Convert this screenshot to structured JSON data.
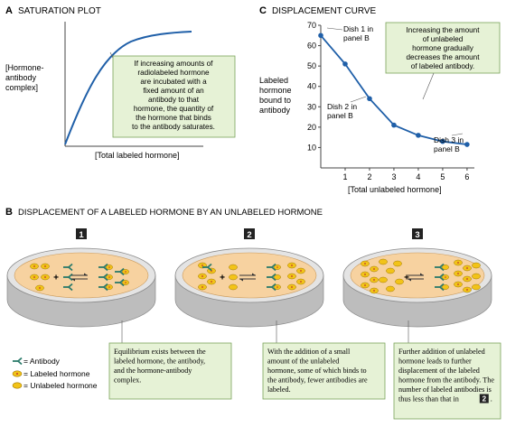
{
  "panel_a": {
    "letter": "A",
    "title": "SATURATION PLOT",
    "ylabel": [
      "[Hormone-",
      "antibody",
      "complex]"
    ],
    "xlabel": "[Total labeled hormone]",
    "note": [
      "If increasing amounts of",
      "radiolabeled hormone",
      "are incubated with a",
      "fixed amount of an",
      "antibody to that",
      "hormone, the quantity of",
      "the hormone that binds",
      "to the antibody saturates."
    ]
  },
  "panel_c": {
    "letter": "C",
    "title": "DISPLACEMENT CURVE",
    "ylabel": [
      "Labeled",
      "hormone",
      "bound to",
      "antibody"
    ],
    "xlabel": "[Total unlabeled hormone]",
    "note": [
      "Increasing the amount",
      "of unlabeled",
      "hormone gradually",
      "decreases the amount",
      "of labeled antibody."
    ],
    "dish1": [
      "Dish 1 in",
      "panel B"
    ],
    "dish2": [
      "Dish 2 in",
      "panel B"
    ],
    "dish3": [
      "Dish 3 in",
      "panel B"
    ]
  },
  "chart_data": {
    "type": "line",
    "x": [
      0,
      1,
      2,
      3,
      4,
      5,
      6
    ],
    "y": [
      65,
      51,
      34,
      21,
      16,
      13,
      11.5
    ],
    "xlim": [
      0,
      6.3
    ],
    "ylim": [
      0,
      70
    ],
    "xticks": [
      "1",
      "2",
      "3",
      "4",
      "5",
      "6"
    ],
    "yticks": [
      "10",
      "20",
      "30",
      "40",
      "50",
      "60",
      "70"
    ],
    "grid": false
  },
  "panel_b": {
    "letter": "B",
    "title": "DISPLACEMENT OF A LABELED HORMONE BY AN UNLABELED HORMONE",
    "dishes": [
      {
        "num": "1",
        "caption": [
          "Equilibrium exists between the",
          "labeled hormone, the antibody,",
          "and the hormone-antibody",
          "complex."
        ]
      },
      {
        "num": "2",
        "caption": [
          "With the addition of a small",
          "amount of the unlabeled",
          "hormone, some of which binds to",
          "the antibody, fewer antibodies are",
          "labeled."
        ]
      },
      {
        "num": "3",
        "caption": [
          "Further addition of unlabeled",
          "hormone leads to further",
          "displacement of the labeled",
          "hormone from the antibody. The",
          "number of labeled antibodies is",
          "thus less than that in"
        ],
        "ref": "2",
        "ref_end": "."
      }
    ],
    "legend": [
      {
        "sym": "= Antibody"
      },
      {
        "sym": "= Labeled hormone"
      },
      {
        "sym": "= Unlabeled hormone"
      }
    ]
  },
  "colors": {
    "curve": "#1f5fa8",
    "note_bg": "#e6f2d6",
    "note_border": "#7aa35a",
    "dish_rim": "#cfcfcf",
    "medium": "#f7d2a0",
    "hormone": "#f2c318",
    "antibody": "#2a7a6a"
  }
}
